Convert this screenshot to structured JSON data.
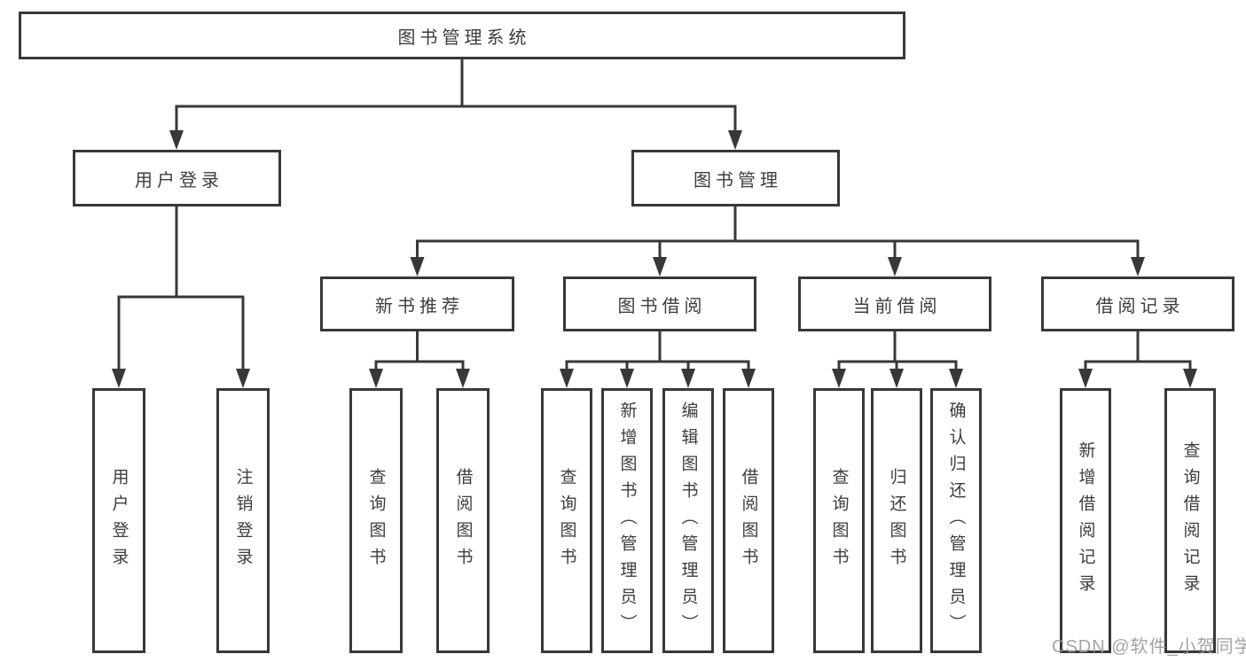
{
  "diagram": {
    "root": {
      "label": "图书管理系统"
    },
    "level2": {
      "user_login": {
        "label": "用户登录"
      },
      "book_management": {
        "label": "图书管理"
      }
    },
    "level3": {
      "new_book_recommend": {
        "label": "新书推荐"
      },
      "book_borrowing": {
        "label": "图书借阅"
      },
      "current_borrowing": {
        "label": "当前借阅"
      },
      "borrowing_records": {
        "label": "借阅记录"
      }
    },
    "leaves": [
      {
        "label": "用户登录"
      },
      {
        "label": "注销登录"
      },
      {
        "label": "查询图书"
      },
      {
        "label": "借阅图书"
      },
      {
        "label": "查询图书"
      },
      {
        "label": "新增图书（管理员）"
      },
      {
        "label": "编辑图书（管理员）"
      },
      {
        "label": "借阅图书"
      },
      {
        "label": "查询图书"
      },
      {
        "label": "归还图书"
      },
      {
        "label": "确认归还（管理员）"
      },
      {
        "label": "新增借阅记录"
      },
      {
        "label": "查询借阅记录"
      }
    ]
  },
  "watermark": {
    "text": "CSDN @软件_小贺同学"
  },
  "colors": {
    "line": "#383838",
    "box_border": "#383838",
    "text": "#3d3d3d",
    "watermark": "#9a9a9a",
    "background": "#ffffff"
  }
}
